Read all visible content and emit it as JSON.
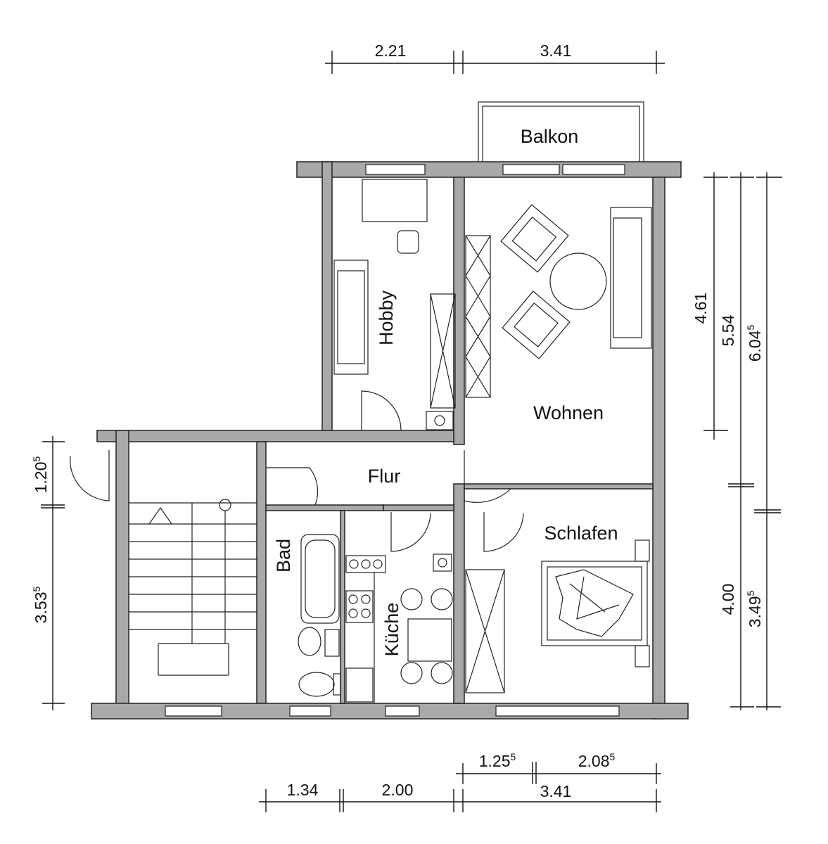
{
  "rooms": {
    "balkon": "Balkon",
    "hobby": "Hobby",
    "wohnen": "Wohnen",
    "flur": "Flur",
    "bad": "Bad",
    "kueche": "Küche",
    "schlafen": "Schlafen"
  },
  "dimensions": {
    "top": [
      {
        "value": "2.21",
        "sup": ""
      },
      {
        "value": "3.41",
        "sup": ""
      }
    ],
    "right": [
      {
        "value": "4.61",
        "sup": ""
      },
      {
        "value": "5.54",
        "sup": ""
      },
      {
        "value": "6.04",
        "sup": "5"
      },
      {
        "value": "4.00",
        "sup": ""
      },
      {
        "value": "3.49",
        "sup": "5"
      }
    ],
    "left": [
      {
        "value": "1.20",
        "sup": "5"
      },
      {
        "value": "3.53",
        "sup": "5"
      }
    ],
    "bottom_upper": [
      {
        "value": "1.25",
        "sup": "5"
      },
      {
        "value": "2.08",
        "sup": "5"
      }
    ],
    "bottom_lower": [
      {
        "value": "1.34",
        "sup": ""
      },
      {
        "value": "2.00",
        "sup": ""
      },
      {
        "value": "3.41",
        "sup": ""
      }
    ]
  },
  "colors": {
    "wall": "#a9a9a9",
    "line": "#111111"
  }
}
